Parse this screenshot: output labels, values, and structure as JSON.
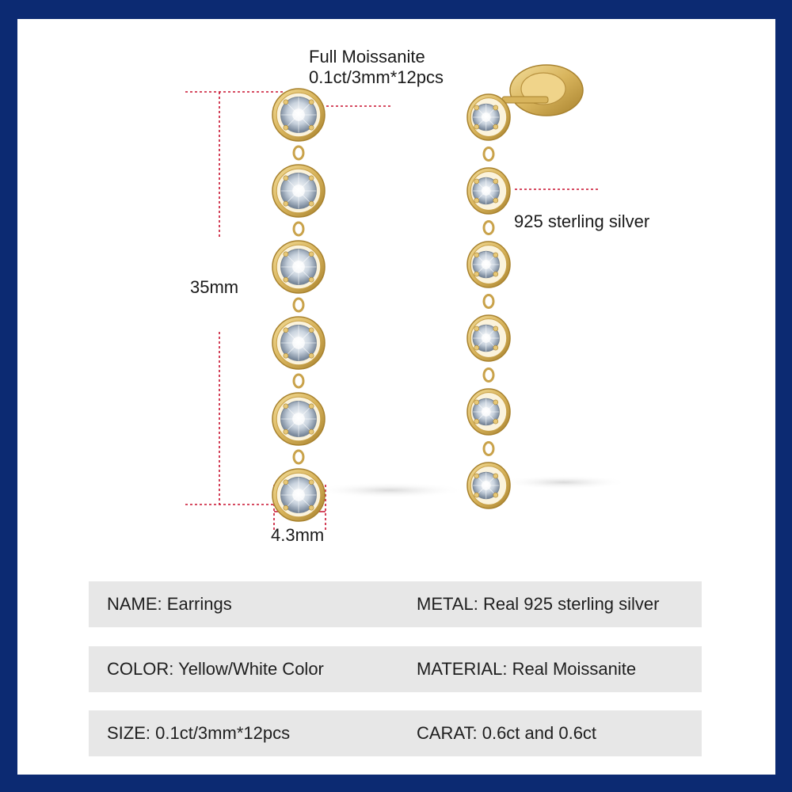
{
  "callouts": {
    "stone_title": "Full Moissanite",
    "stone_detail": "0.1ct/3mm*12pcs",
    "metal": "925 sterling silver",
    "length": "35mm",
    "width": "4.3mm"
  },
  "specs": [
    {
      "left": "NAME: Earrings",
      "right": "METAL: Real 925 sterling silver"
    },
    {
      "left": "COLOR: Yellow/White Color",
      "right": "MATERIAL: Real Moissanite"
    },
    {
      "left": "SIZE: 0.1ct/3mm*12pcs",
      "right": "CARAT: 0.6ct and 0.6ct"
    }
  ],
  "colors": {
    "frame": "#0c2a72",
    "dimension_line": "#c8102e",
    "gold": "#d8b45c",
    "gold_dark": "#a8822e",
    "stone": "#dfe6ee",
    "spec_row": "#e7e7e7"
  }
}
